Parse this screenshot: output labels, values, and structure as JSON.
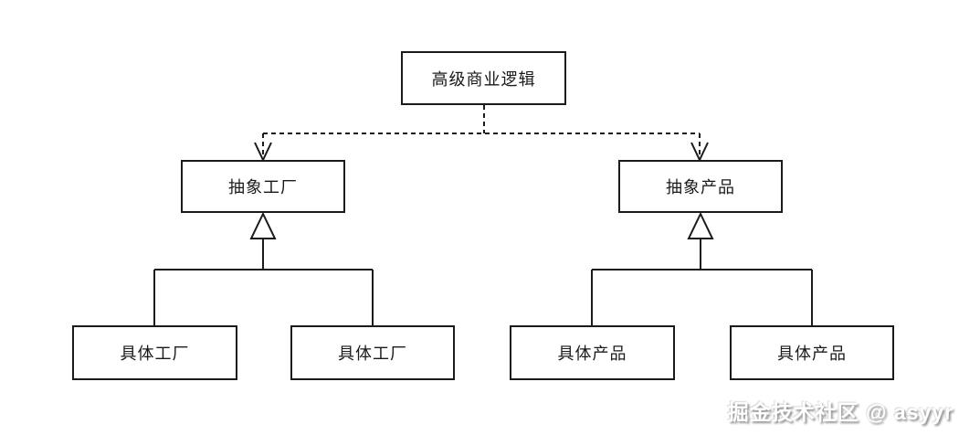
{
  "diagram": {
    "type": "uml-class-diagram",
    "pattern": "abstract-factory",
    "nodes": {
      "top": {
        "label": "高级商业逻辑"
      },
      "abstract_factory": {
        "label": "抽象工厂"
      },
      "abstract_product": {
        "label": "抽象产品"
      },
      "concrete_factory_1": {
        "label": "具体工厂"
      },
      "concrete_factory_2": {
        "label": "具体工厂"
      },
      "concrete_product_1": {
        "label": "具体产品"
      },
      "concrete_product_2": {
        "label": "具体产品"
      }
    },
    "edges": [
      {
        "from": "top",
        "to": "abstract_factory",
        "type": "dependency",
        "style": "dashed-open-arrow"
      },
      {
        "from": "top",
        "to": "abstract_product",
        "type": "dependency",
        "style": "dashed-open-arrow"
      },
      {
        "from": "concrete_factory_1",
        "to": "abstract_factory",
        "type": "inheritance",
        "style": "solid-hollow-triangle"
      },
      {
        "from": "concrete_factory_2",
        "to": "abstract_factory",
        "type": "inheritance",
        "style": "solid-hollow-triangle"
      },
      {
        "from": "concrete_product_1",
        "to": "abstract_product",
        "type": "inheritance",
        "style": "solid-hollow-triangle"
      },
      {
        "from": "concrete_product_2",
        "to": "abstract_product",
        "type": "inheritance",
        "style": "solid-hollow-triangle"
      }
    ]
  },
  "watermark": {
    "text": "掘金技术社区 @ asyyr"
  },
  "colors": {
    "background": "#ffffff",
    "line": "#1b1b1b",
    "box_border": "#1b1b1b",
    "text": "#1a1a1a",
    "watermark_fill": "#ffffff",
    "watermark_shadow": "#8f8f8f"
  }
}
